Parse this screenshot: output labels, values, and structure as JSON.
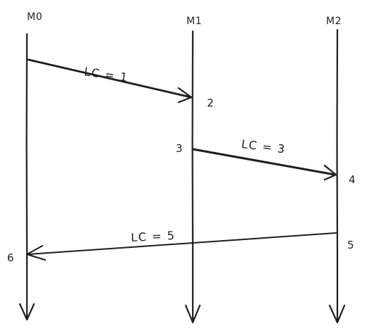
{
  "processes": [
    {
      "name": "M0"
    },
    {
      "name": "M1"
    },
    {
      "name": "M2"
    }
  ],
  "messages": [
    {
      "from": "M0",
      "to": "M1",
      "label": "LC = 1"
    },
    {
      "from": "M1",
      "to": "M2",
      "label": "LC = 3"
    },
    {
      "from": "M2",
      "to": "M0",
      "label": "LC = 5"
    }
  ],
  "events": [
    {
      "process": "M1",
      "value": "2"
    },
    {
      "process": "M1",
      "value": "3"
    },
    {
      "process": "M2",
      "value": "4"
    },
    {
      "process": "M2",
      "value": "5"
    },
    {
      "process": "M0",
      "value": "6"
    }
  ],
  "colors": {
    "ink": "#1e1e1e",
    "background": "#ffffff"
  }
}
